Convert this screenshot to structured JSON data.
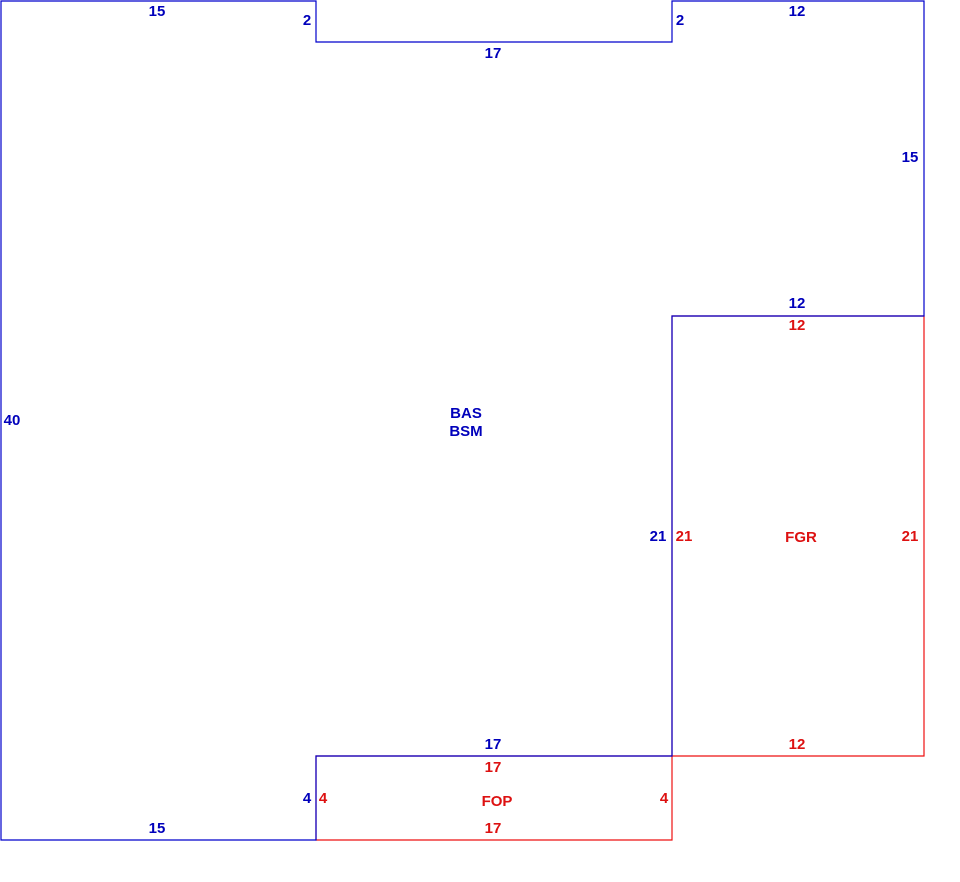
{
  "colors": {
    "living_line": "#0000cc",
    "living_text": "#0000bb",
    "addition_line": "#ee1111",
    "addition_text": "#dd1111"
  },
  "areas": {
    "main_line1": "BAS",
    "main_line2": "BSM",
    "garage": "FGR",
    "porch": "FOP"
  },
  "dims": {
    "main_top_left": "15",
    "main_notch_left": "2",
    "main_notch_bottom": "17",
    "main_notch_right": "2",
    "main_top_right": "12",
    "main_right_upper": "15",
    "main_step": "12",
    "main_left": "40",
    "main_garage_side": "21",
    "main_porch_top": "17",
    "main_porch_left": "4",
    "main_bottom": "15",
    "garage_top": "12",
    "garage_left": "21",
    "garage_right": "21",
    "garage_bottom": "12",
    "porch_top": "17",
    "porch_left": "4",
    "porch_right": "4",
    "porch_bottom": "17"
  }
}
